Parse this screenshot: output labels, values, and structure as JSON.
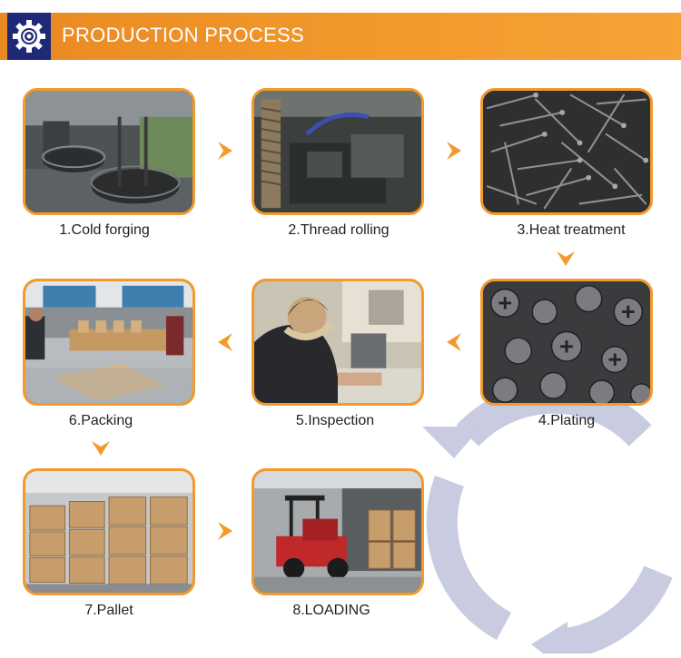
{
  "header": {
    "title": "PRODUCTION PROCESS",
    "logo_icon": "gear-icon"
  },
  "steps": [
    {
      "label": "1.Cold forging",
      "photo": "wire-coil-machine-photo"
    },
    {
      "label": "2.Thread rolling",
      "photo": "thread-rolling-machine-photo"
    },
    {
      "label": "3.Heat treatment",
      "photo": "screw-pile-photo"
    },
    {
      "label": "4.Plating",
      "photo": "plated-screws-photo"
    },
    {
      "label": "5.Inspection",
      "photo": "inspector-microscope-photo"
    },
    {
      "label": "6.Packing",
      "photo": "packing-workshop-photo"
    },
    {
      "label": "7.Pallet",
      "photo": "pallet-warehouse-photo"
    },
    {
      "label": "8.LOADING",
      "photo": "forklift-loading-photo"
    }
  ],
  "colors": {
    "accent": "#f39a2c",
    "logo_bg": "#1e2a78",
    "watermark": "#c9cbe0"
  }
}
